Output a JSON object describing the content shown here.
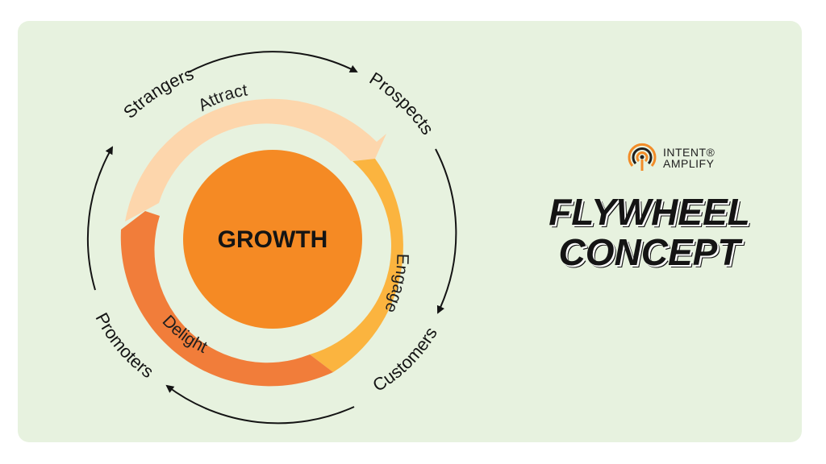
{
  "title_line1": "FLYWHEEL",
  "title_line2": "CONCEPT",
  "brand": {
    "line1": "INTENT®",
    "line2": "AMPLIFY",
    "logo_icon": "signal-target-icon"
  },
  "center_label": "GROWTH",
  "stages": [
    {
      "label": "Attract",
      "color": "#fdd6ac"
    },
    {
      "label": "Engage",
      "color": "#fbb43f"
    },
    {
      "label": "Delight",
      "color": "#f17d3a"
    }
  ],
  "outer_labels": [
    "Strangers",
    "Prospects",
    "Customers",
    "Promoters"
  ],
  "colors": {
    "background": "#e7f2df",
    "hub": "#f58a24",
    "accent_orange": "#f28c28",
    "text": "#141414"
  }
}
